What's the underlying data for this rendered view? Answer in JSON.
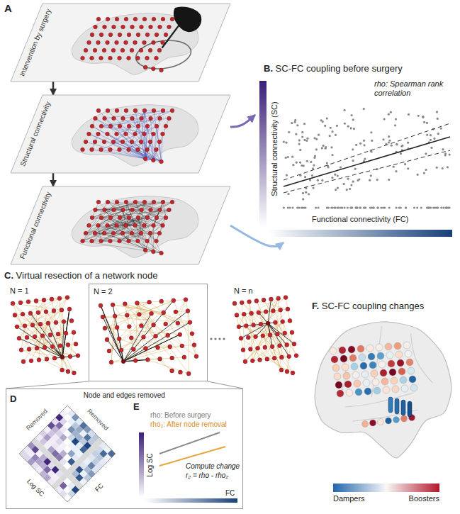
{
  "diagram": {
    "nodes": [
      {
        "text": [
          "Intervention by surgery"
        ]
      },
      {
        "text": [
          "Structural connectivity"
        ]
      },
      {
        "text": [
          "Functional connectivity"
        ]
      },
      {
        "text": [
          "B. SC-FC coupling before surgery"
        ]
      },
      {
        "text": [
          "N = 2"
        ]
      },
      {
        "text": [
          "Node and edges removed"
        ]
      }
    ],
    "edges": [
      {
        "from": 0,
        "to": 1,
        "arrow": "to"
      },
      {
        "from": 1,
        "to": 2,
        "arrow": "to"
      },
      {
        "from": 1,
        "to": 3,
        "arrow": "to"
      },
      {
        "from": 2,
        "to": 3,
        "arrow": "to"
      },
      {
        "from": 4,
        "to": 5,
        "arrow": "none"
      }
    ],
    "labels": [
      "A",
      "rho: Spearman rank correlation",
      "Structural connectivity (SC)",
      "Functional connectivity (FC)",
      "C. Virtual resection of a network node",
      "N = 1",
      "N = n",
      "D",
      "Removed",
      "Removed",
      "Log SC",
      "FC",
      "E",
      "rho: Before surgery",
      "rho₂: After node removal",
      "Log SC",
      "Compute change",
      "r₂ = rho - rho₂",
      "FC",
      "F. SC-FC coupling changes"
    ],
    "legend": [
      {
        "text": "Dampers",
        "color": "#2166ac"
      },
      {
        "text": "Boosters",
        "color": "#b2182b"
      }
    ]
  }
}
